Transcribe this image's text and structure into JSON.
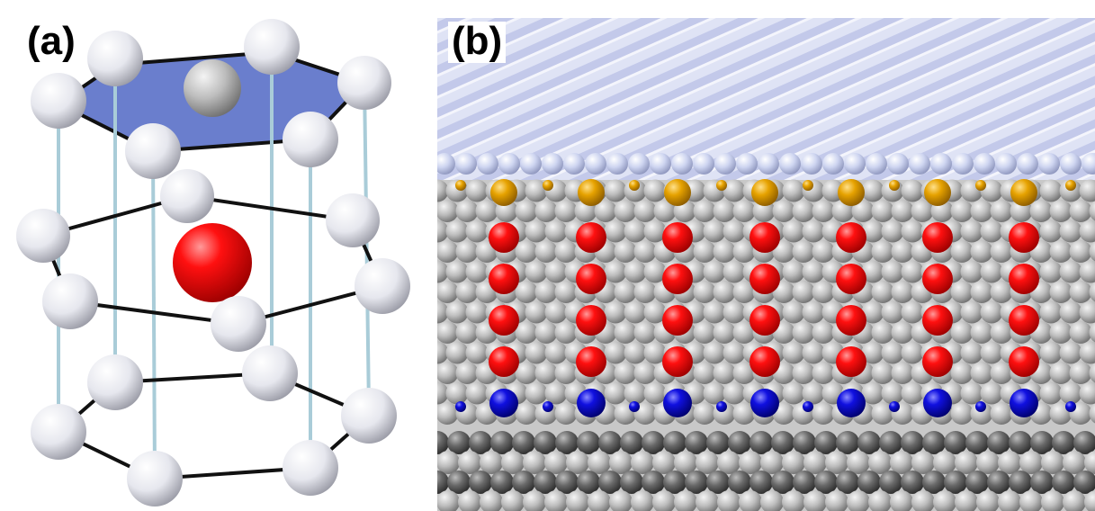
{
  "panels": {
    "a": {
      "label": "(a)"
    },
    "b": {
      "label": "(b)"
    }
  },
  "colors": {
    "background": "#ffffff",
    "white_atom": "#e8e9ef",
    "central_red_atom": "#ff0000",
    "grey_atom": "#b9b9b9",
    "top_hexagon_fill": "#5a70c8",
    "bond_black": "#111111",
    "bond_light_blue": "#a9ccd8",
    "lattice_grey": "#c9c9c9",
    "lattice_red": "#e60000",
    "lattice_blue": "#0000cc",
    "lattice_gold": "#e0a000",
    "lattice_top_lavender": "#c8d0ee",
    "lattice_substrate_dark": "#6a6a6a"
  },
  "description_icons": [
    "hcp-unit-cell-diagram",
    "atomic-lattice-slab-render"
  ]
}
